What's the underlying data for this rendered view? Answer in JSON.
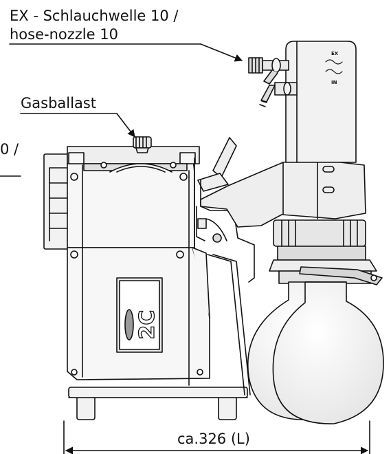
{
  "labels": {
    "exhaust_line1": "EX - Schlauchwelle 10 /",
    "exhaust_line2": "hose-nozzle 10",
    "gas_ballast": "Gasballast",
    "left_cut": "0 /",
    "dimension": "ca.326 (L)"
  },
  "port_marks": {
    "ex": "EX",
    "in": "IN"
  },
  "pump_badge": {
    "model": "2C"
  },
  "colors": {
    "line": "#111111",
    "background": "#ffffff",
    "fill_light": "#f2f2f2",
    "fill_mid": "#dcdcdc",
    "fill_dark": "#9a9a9a"
  }
}
